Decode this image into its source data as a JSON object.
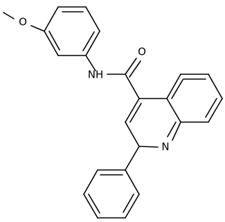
{
  "structure": {
    "atoms": {
      "methoxy_o": "O",
      "amide_o": "O",
      "amide_nh": "NH",
      "ring_n": "N"
    }
  },
  "colors": {
    "bond": "#000000",
    "background": "#ffffff"
  }
}
